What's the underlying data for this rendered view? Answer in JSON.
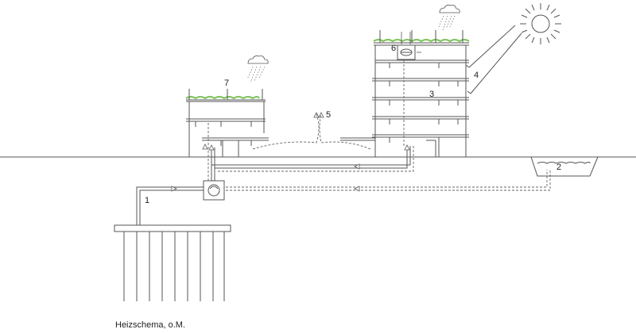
{
  "caption": "Heizschema, o.M.",
  "labels": {
    "l1": "1",
    "l2": "2",
    "l3": "3",
    "l4": "4",
    "l5": "5",
    "l6": "6",
    "l7": "7"
  },
  "colors": {
    "line": "#555555",
    "roof_green": "#7dc35a",
    "text": "#222222"
  },
  "icons": [
    "sun-icon",
    "rain-cloud-icon",
    "heat-pump-icon",
    "ground-probe-field",
    "pond"
  ]
}
